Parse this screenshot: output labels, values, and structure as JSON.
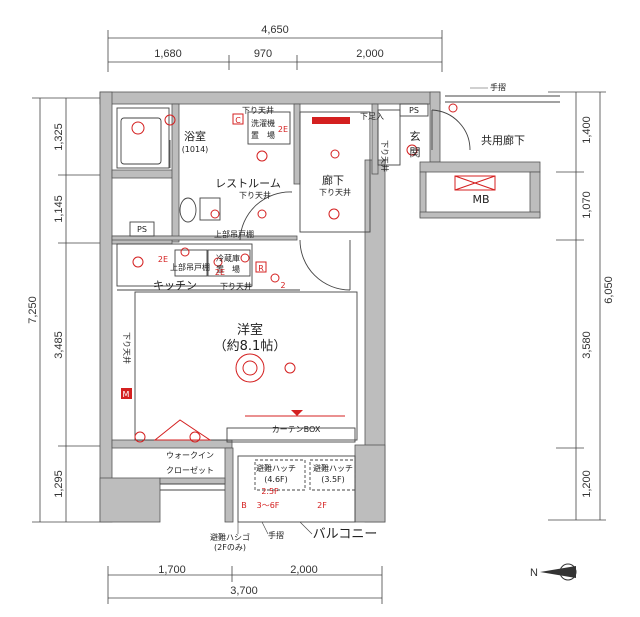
{
  "dimensions": {
    "top_total": "4,650",
    "top_segments": [
      "1,680",
      "970",
      "2,000"
    ],
    "bottom_total": "3,700",
    "bottom_segments": [
      "1,700",
      "2,000"
    ],
    "left_total": "7,250",
    "left_segments": [
      "1,325",
      "1,145",
      "3,485",
      "1,295"
    ],
    "right_total": "6,050",
    "right_segments": [
      "1,400",
      "1,070",
      "3,580",
      "1,200"
    ]
  },
  "rooms": {
    "bath": "浴室",
    "bath_size": "(1014)",
    "laundry_line1": "洗濯機",
    "laundry_line2": "置　場",
    "restroom": "レストルーム",
    "hallway": "廊下",
    "entrance_line1": "玄",
    "entrance_line2": "関",
    "common_corridor": "共用廊下",
    "kitchen": "キッチン",
    "western_room": "洋室",
    "western_room_size": "（約8.1帖）",
    "walk_in_line1": "ウォークイン",
    "walk_in_line2": "クローゼット",
    "balcony": "バルコニー",
    "mb": "MB"
  },
  "labels": {
    "drop_ceiling": "下り天井",
    "drop_ceiling_vertical": "下り天井",
    "upper_cabinet": "上部吊戸棚",
    "upper_cabinet_small": "上部吊戸棚",
    "fridge_line1": "冷蔵庫",
    "fridge_line2": "置　場",
    "footrest": "下足入",
    "curtain_box": "カーテンBOX",
    "handrail_top": "手摺",
    "handrail_bottom": "手摺",
    "escape_hatch_left_line1": "避難ハッチ",
    "escape_hatch_left_line2": "(4.6F)",
    "escape_hatch_right_line1": "避難ハッチ",
    "escape_hatch_right_line2": "(3.5F)",
    "escape_ladder_line1": "避難ハシゴ",
    "escape_ladder_line2": "(2Fのみ)",
    "floor_range_1": "3～6F",
    "floor_range_2": "2F",
    "floor_range_3": "2.5F",
    "ps_1": "PS",
    "ps_2": "PS",
    "mark_c": "C",
    "mark_r": "R",
    "mark_m": "M",
    "mark_b": "B",
    "mark_2e_1": "2E",
    "mark_2e_2": "2E",
    "mark_2e_3": "2E",
    "mark_2": "2"
  },
  "compass": {
    "letter": "N"
  },
  "colors": {
    "accent": "#d42020",
    "wall": "#b8b8b8",
    "line": "#333333"
  }
}
